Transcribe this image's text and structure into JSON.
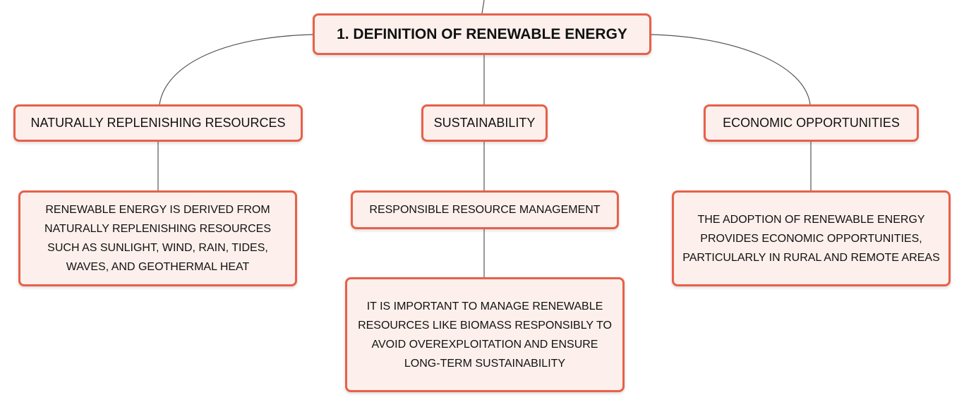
{
  "diagram": {
    "root": {
      "label": "1. DEFINITION OF RENEWABLE ENERGY"
    },
    "branches": [
      {
        "label": "NATURALLY REPLENISHING RESOURCES",
        "detail": "RENEWABLE ENERGY IS DERIVED FROM NATURALLY REPLENISHING RESOURCES SUCH AS SUNLIGHT, WIND, RAIN, TIDES, WAVES, AND GEOTHERMAL HEAT"
      },
      {
        "label": "SUSTAINABILITY",
        "detail": "RESPONSIBLE RESOURCE MANAGEMENT",
        "subdetail": "IT IS IMPORTANT TO MANAGE RENEWABLE RESOURCES LIKE BIOMASS RESPONSIBLY TO AVOID OVEREXPLOITATION AND ENSURE LONG-TERM SUSTAINABILITY"
      },
      {
        "label": "ECONOMIC OPPORTUNITIES",
        "detail": "THE ADOPTION OF RENEWABLE ENERGY PROVIDES ECONOMIC OPPORTUNITIES, PARTICULARLY IN RURAL AND REMOTE AREAS"
      }
    ]
  },
  "colors": {
    "node_border": "#e8604a",
    "node_fill": "#fdf0ec",
    "connector": "#555555"
  }
}
